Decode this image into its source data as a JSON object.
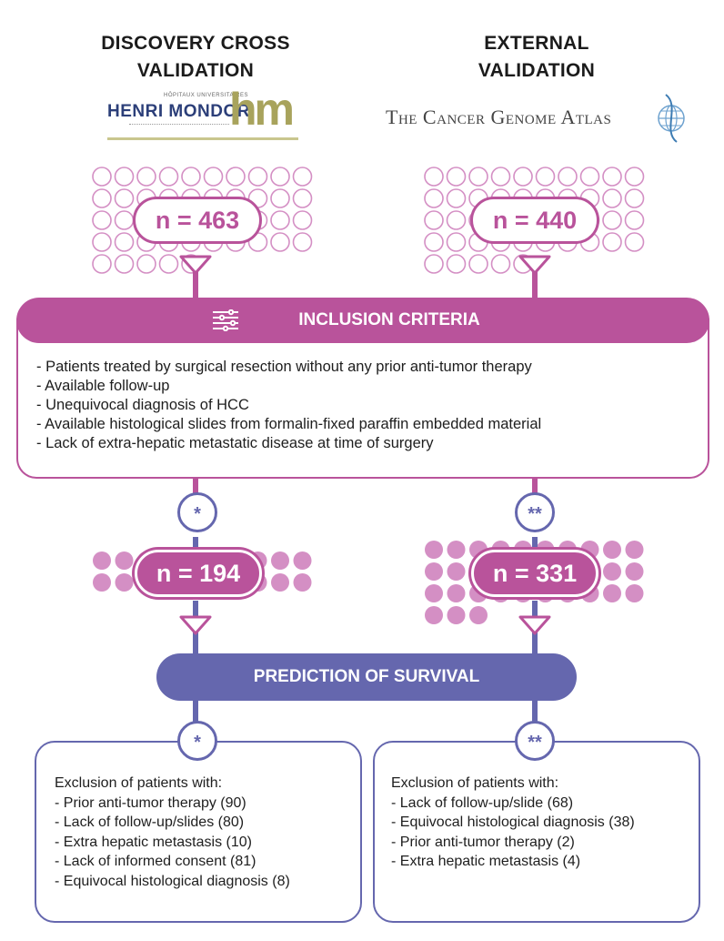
{
  "left": {
    "title_line1": "DISCOVERY CROSS",
    "title_line2": "VALIDATION",
    "logo": {
      "name": "HENRI MONDOR",
      "tagline": "HÔPITAUX UNIVERSITAIRES",
      "mark": "hm"
    },
    "n_initial": "n = 463",
    "n_final": "n = 194",
    "marker": "*"
  },
  "right": {
    "title_line1": "EXTERNAL",
    "title_line2": "VALIDATION",
    "logo": {
      "name": "The Cancer Genome Atlas"
    },
    "n_initial": "n = 440",
    "n_final": "n = 331",
    "marker": "**"
  },
  "inclusion": {
    "header": "INCLUSION CRITERIA",
    "items": [
      "- Patients treated by surgical resection without any prior anti-tumor therapy",
      "- Available follow-up",
      "- Unequivocal diagnosis of HCC",
      "- Available histological slides from formalin-fixed paraffin embedded material",
      "- Lack of extra-hepatic metastatic disease at time of surgery"
    ]
  },
  "prediction": {
    "header": "PREDICTION OF SURVIVAL"
  },
  "exclusion_left": {
    "marker": "*",
    "heading": "Exclusion of patients with:",
    "items": [
      "- Prior anti-tumor therapy (90)",
      "- Lack of follow-up/slides (80)",
      "- Extra hepatic metastasis (10)",
      "- Lack of informed consent (81)",
      "- Equivocal histological diagnosis (8)"
    ]
  },
  "exclusion_right": {
    "marker": "**",
    "heading": "Exclusion of patients with:",
    "items": [
      "- Lack of follow-up/slide (68)",
      "- Equivocal histological diagnosis (38)",
      "- Prior anti-tumor therapy (2)",
      "- Extra hepatic metastasis (4)"
    ]
  },
  "colors": {
    "pink": "#b9539b",
    "pink_light": "#d48fc4",
    "blue": "#6567ae"
  }
}
